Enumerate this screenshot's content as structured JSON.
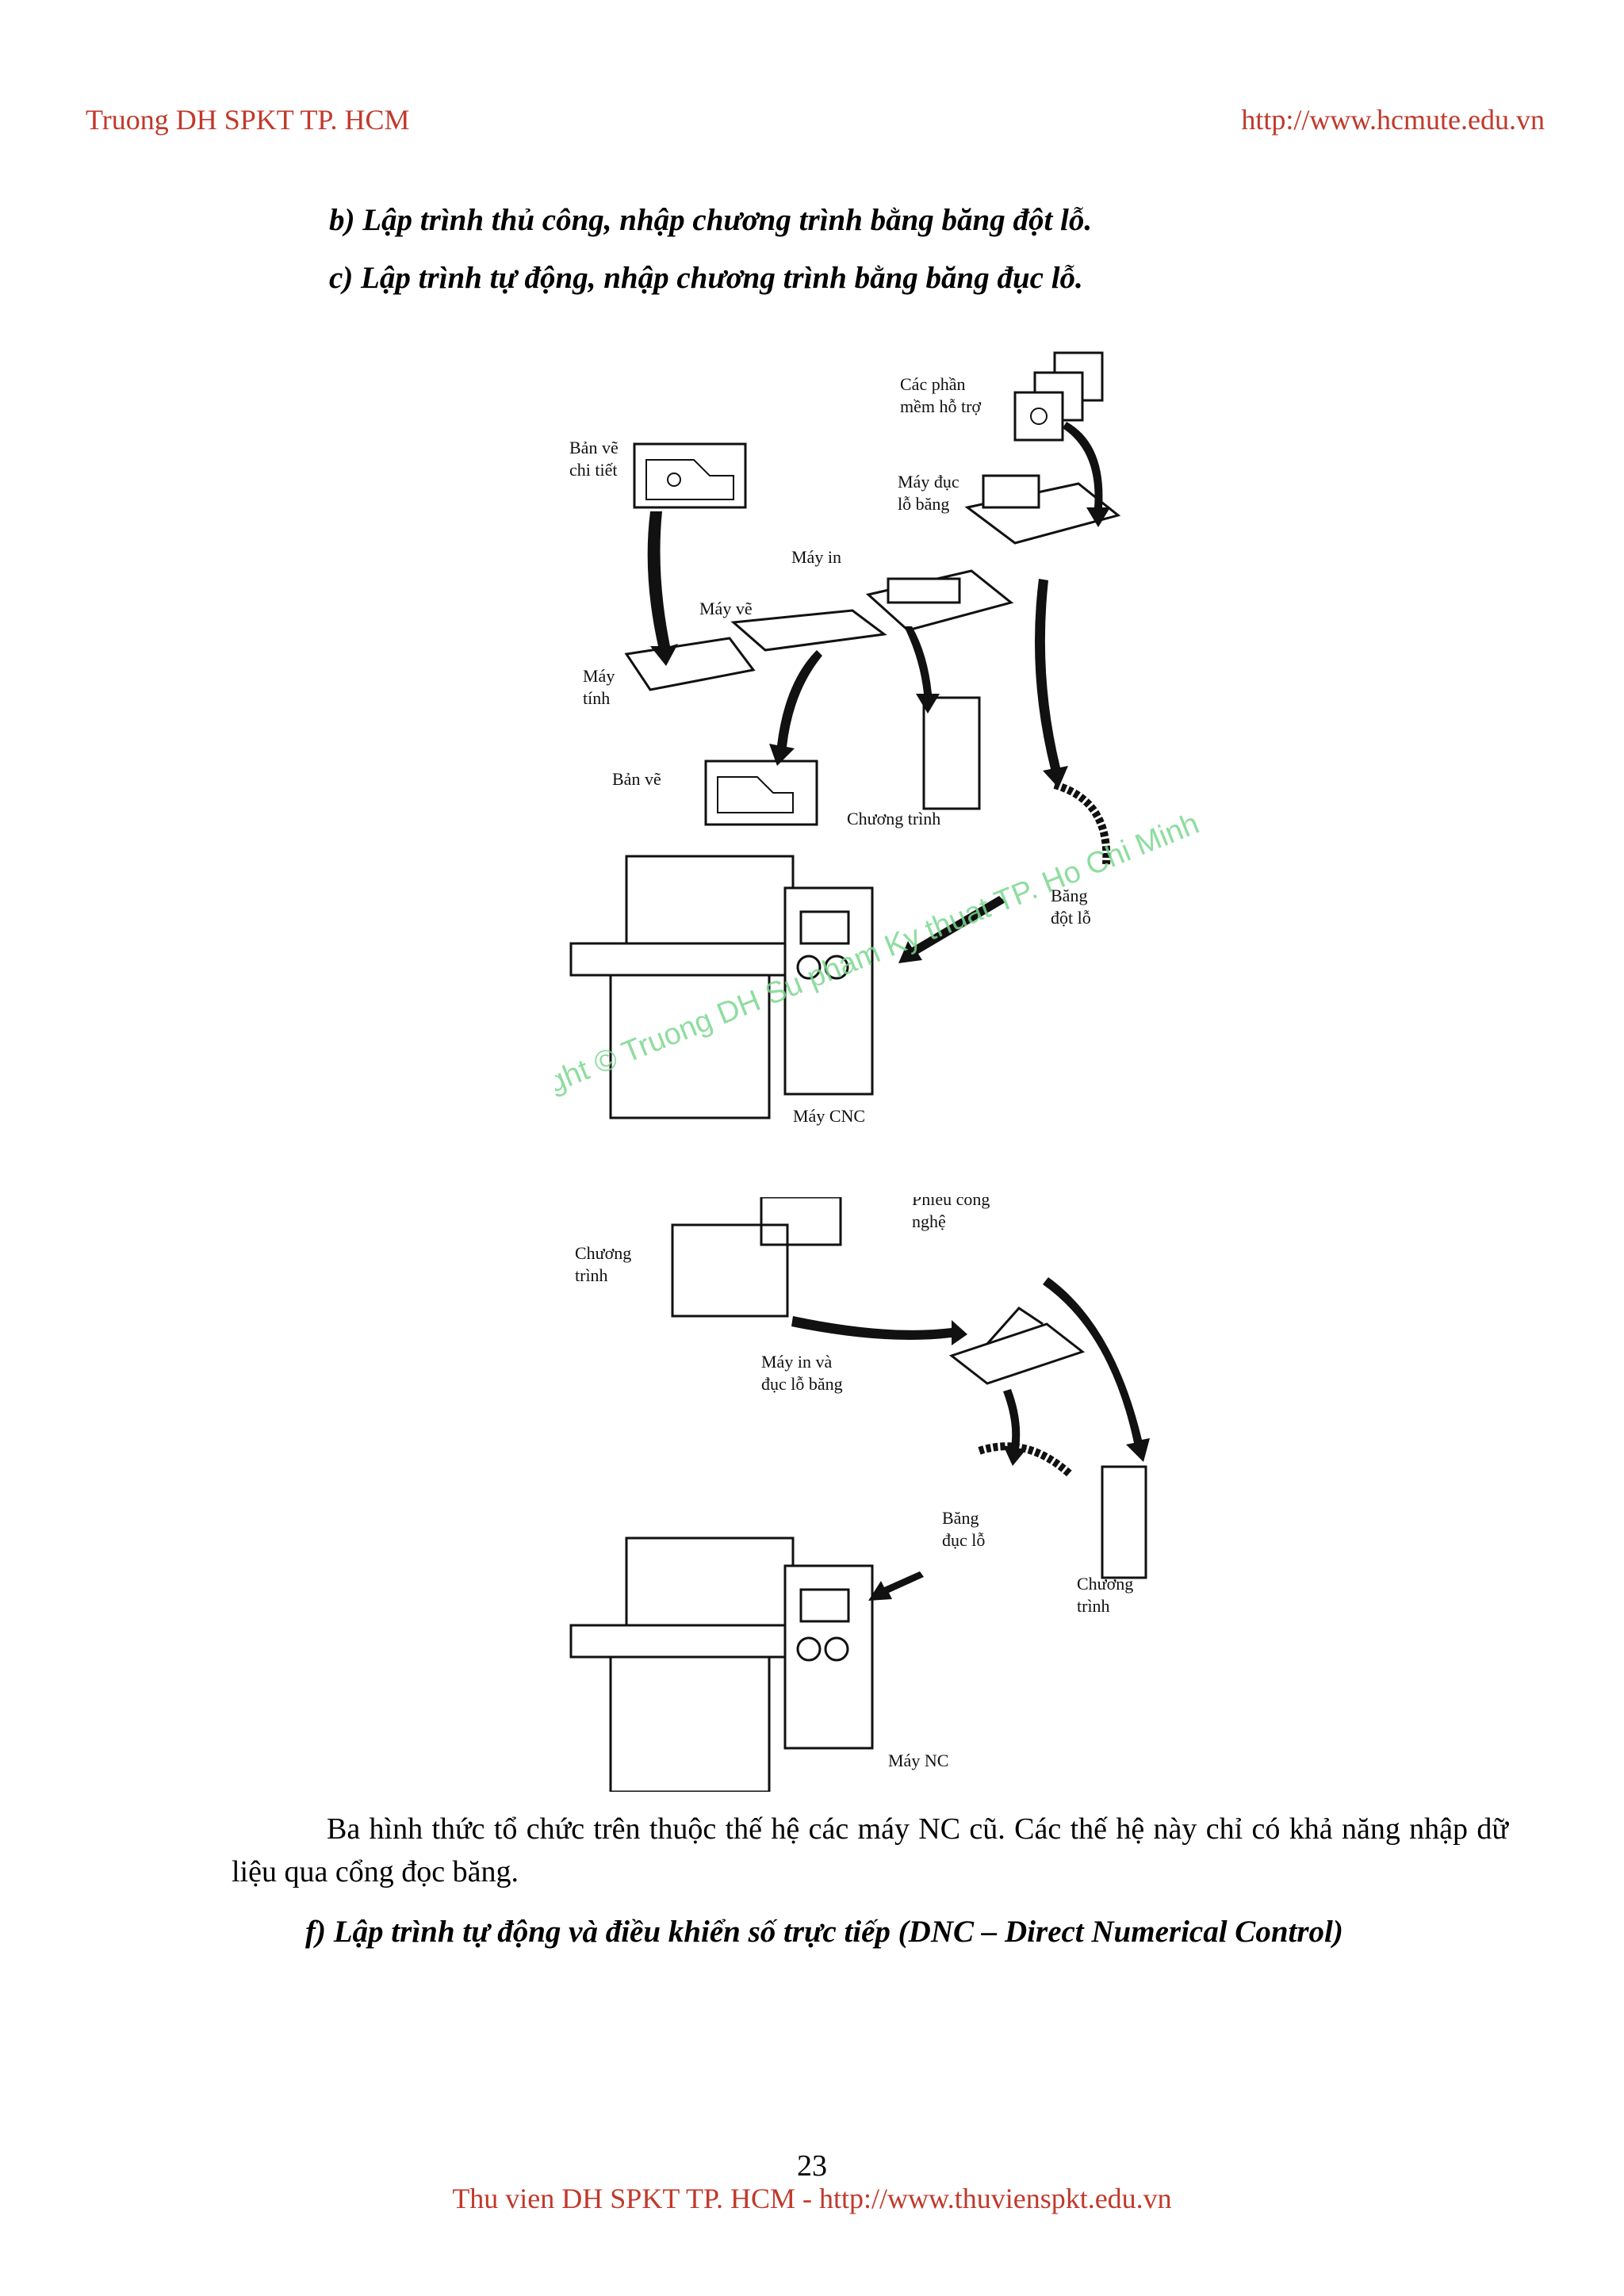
{
  "header": {
    "left": "Truong DH SPKT TP. HCM",
    "right": "http://www.hcmute.edu.vn"
  },
  "captions": {
    "b": "b)  Lập trình thủ công, nhập chương trình bằng băng đột lỗ.",
    "c": "c) Lập trình tự động, nhập chương trình bằng băng đục lỗ."
  },
  "figure_top": {
    "ban_ve_chi_tiet": [
      "Bản vẽ",
      "chi tiết"
    ],
    "cac_phan_mem": [
      "Các phần",
      "mềm hỗ trợ"
    ],
    "may_duc": [
      "Máy đục",
      "lỗ băng"
    ],
    "may_in": "Máy in",
    "may_ve": "Máy vẽ",
    "may_tinh": [
      "Máy",
      "tính"
    ],
    "ban_ve": "Bản vẽ",
    "chuong_trinh": "Chương trình",
    "bang_dot_lo": [
      "Băng",
      "đột lỗ"
    ],
    "may_cnc": "Máy CNC"
  },
  "figure_bottom": {
    "phieu_cong_nghe": [
      "Phiếu công",
      "nghệ"
    ],
    "chuong_trinh_left": [
      "Chương",
      "trình"
    ],
    "may_in_va_duc": [
      "Máy in và",
      "đục lỗ băng"
    ],
    "bang_duc_lo": [
      "Băng",
      "đục lỗ"
    ],
    "chuong_trinh_right": [
      "Chương",
      "trình"
    ],
    "may_nc": "Máy NC"
  },
  "watermark": "Copyright © Truong DH Su pham Ky thuat TP. Ho Chi Minh",
  "paragraph": "Ba hình thức tổ chức trên thuộc thế hệ các máy NC cũ. Các thế hệ này chỉ có khả năng nhập dữ liệu qua cổng đọc băng.",
  "heading_f": "f) Lập trình tự động và điều khiển số trực tiếp (DNC – Direct Numerical Control)",
  "page_number": "23",
  "footer": "Thu vien DH SPKT TP. HCM - http://www.thuvienspkt.edu.vn"
}
